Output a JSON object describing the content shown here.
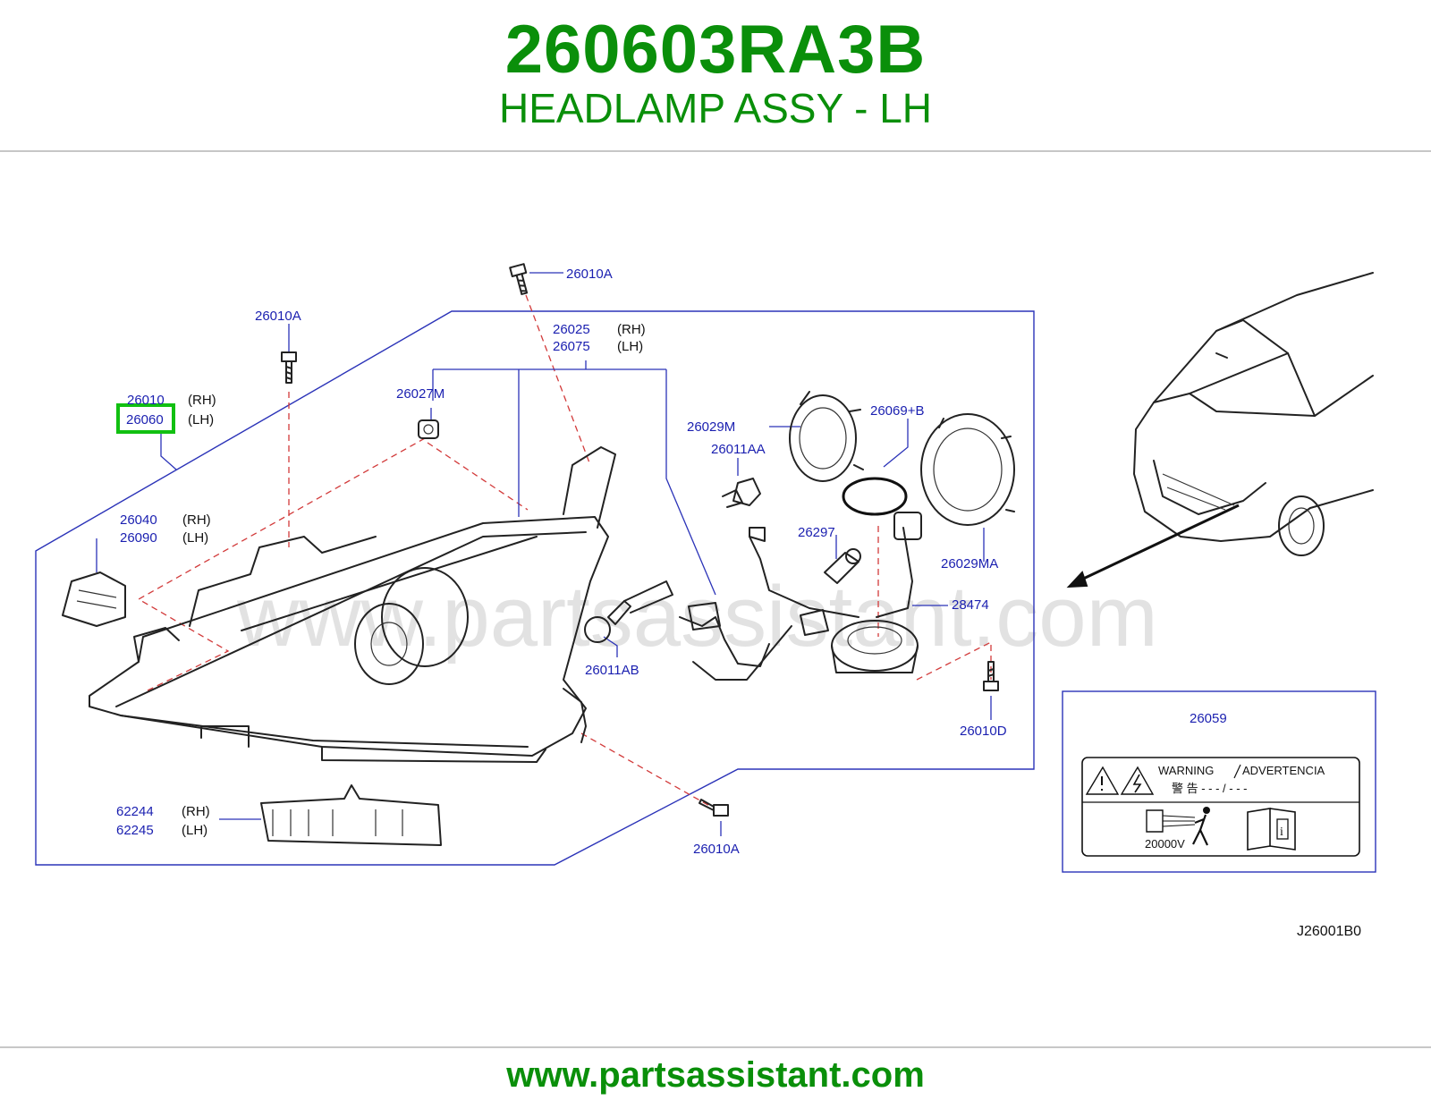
{
  "header": {
    "part_number": "260603RA3B",
    "part_description": "HEADLAMP ASSY - LH"
  },
  "diagram": {
    "watermark": "www.partsassistant.com",
    "reference_code": "J26001B0",
    "callouts": {
      "bolt_top": "26010A",
      "bolt_left": "26010A",
      "bolt_bottom": "26010A",
      "bolt_right": "26010D",
      "headlamp_rh": "26010",
      "headlamp_lh": "26060",
      "housing_rh": "26025",
      "housing_lh": "26075",
      "cap": "26027M",
      "bracket_rh": "26040",
      "bracket_lh": "26090",
      "cover": "26029M",
      "cover_b": "26029MA",
      "bulb_aa": "26011AA",
      "bulb_ab": "26011AB",
      "oring": "26069+B",
      "bulb_hid": "26297",
      "harness": "28474",
      "lower_rh": "62244",
      "lower_lh": "62245",
      "label": "26059"
    },
    "side_tags": {
      "rh": "(RH)",
      "lh": "(LH)"
    },
    "highlighted_part": "26060",
    "highlight_color": "#11c011",
    "warning_label": {
      "warning": "WARNING",
      "advertencia": "ADVERTENCIA",
      "jp_line": "警  告 - - - / - - -",
      "voltage": "20000V"
    }
  },
  "footer": {
    "url": "www.partsassistant.com"
  },
  "colors": {
    "brand_green": "#0a8f0a",
    "callout_blue": "#1a1fb0",
    "dash_red": "#d23a3a"
  }
}
